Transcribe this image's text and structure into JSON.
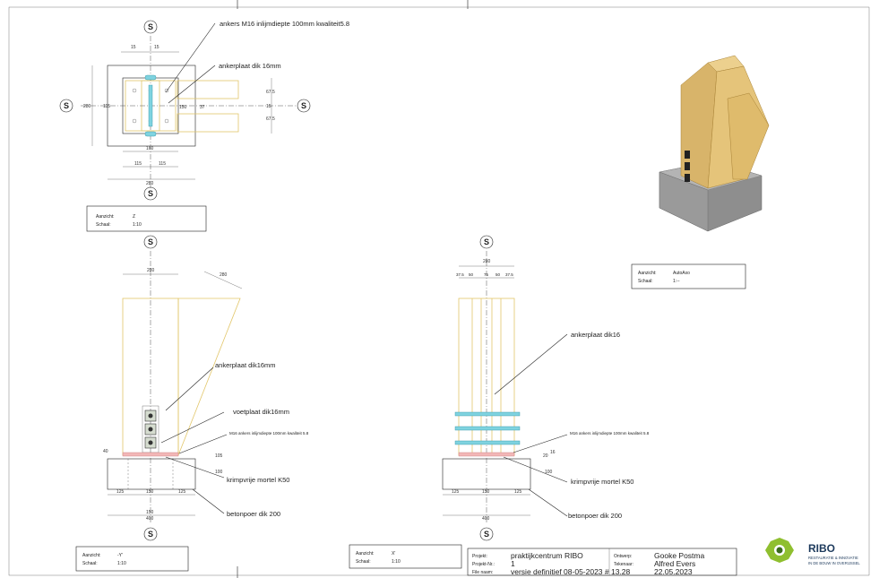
{
  "section_mark": "S",
  "labels": {
    "ankers_top": "ankers M16 inlijmdiepte 100mm kwaliteit5.8",
    "ankerplaat_top": "ankerplaat dik 16mm",
    "ankerplaat_left": "ankerplaat dik16mm",
    "voetplaat_left": "voetplaat dik16mm",
    "ankers_left": "M16 ankers inlijmdiepte 100mm kwaliteit 5.8",
    "mortel_left": "krimpvrije mortel K50",
    "poer_left": "betonpoer dik 200",
    "ankerplaat_right": "ankerplaat dik16",
    "ankers_right": "M16 ankers inlijmdiepte 100mm kwaliteit 5.8",
    "mortel_right": "krimpvrije mortel K50",
    "poer_right": "betonpoer dik 200"
  },
  "dims": {
    "top_15a": "15",
    "top_15b": "15",
    "top_160": "160",
    "top_115a": "115",
    "top_115b": "115",
    "top_280": "280",
    "top_left_280": "280",
    "top_left_115": "115",
    "top_right_675a": "67.5",
    "top_right_15": "15",
    "top_right_675b": "67.5",
    "top_150": "150",
    "top_37": "37",
    "left_280": "280",
    "left_diag_280": "280",
    "left_125a": "125",
    "left_150": "150",
    "left_125b": "125",
    "left_400": "400",
    "left_40": "40",
    "left_100": "100",
    "left_105": "105",
    "left_150b": "150",
    "right_280": "280",
    "right_375a": "37.5",
    "right_50a": "50",
    "right_75": "75",
    "right_50b": "50",
    "right_375b": "37.5",
    "right_125a": "125",
    "right_150": "150",
    "right_125b": "125",
    "right_400": "400",
    "right_100": "100",
    "right_16": "16",
    "right_20": "20"
  },
  "view_boxes": [
    {
      "label": "Aanzicht:",
      "value": "Z",
      "scale_label": "Schaal:",
      "scale": "1:10"
    },
    {
      "label": "Aanzicht:",
      "value": "AutoAxo",
      "scale_label": "Schaal:",
      "scale": "1:--"
    },
    {
      "label": "Aanzicht:",
      "value": "-Y'",
      "scale_label": "Schaal:",
      "scale": "1:10"
    },
    {
      "label": "Aanzicht:",
      "value": "X'",
      "scale_label": "Schaal:",
      "scale": "1:10"
    }
  ],
  "title_block": {
    "project_label": "Projekt:",
    "project": "praktijkcentrum RIBO",
    "nr_label": "Projekt-Nr.:",
    "nr": "1",
    "file_label": "File naam:",
    "file": "versie definitief 08-05-2023 # 13.28",
    "design_label": "Ontwerp:",
    "design": "Gooke Postma",
    "draw_label": "Tekenaar:",
    "draw": "Alfred Evers",
    "date": "22.05.2023"
  },
  "logo": {
    "name": "RIBO",
    "tag1": "RESTAURATIE & INNOVATIE",
    "tag2": "IN DE BOUW IN OVERIJSSEL"
  },
  "colors": {
    "wood": "#e2c66a",
    "anchor": "#7fd3e0",
    "concrete": "#9a9a9a",
    "logo_green": "#8fbf2f"
  }
}
